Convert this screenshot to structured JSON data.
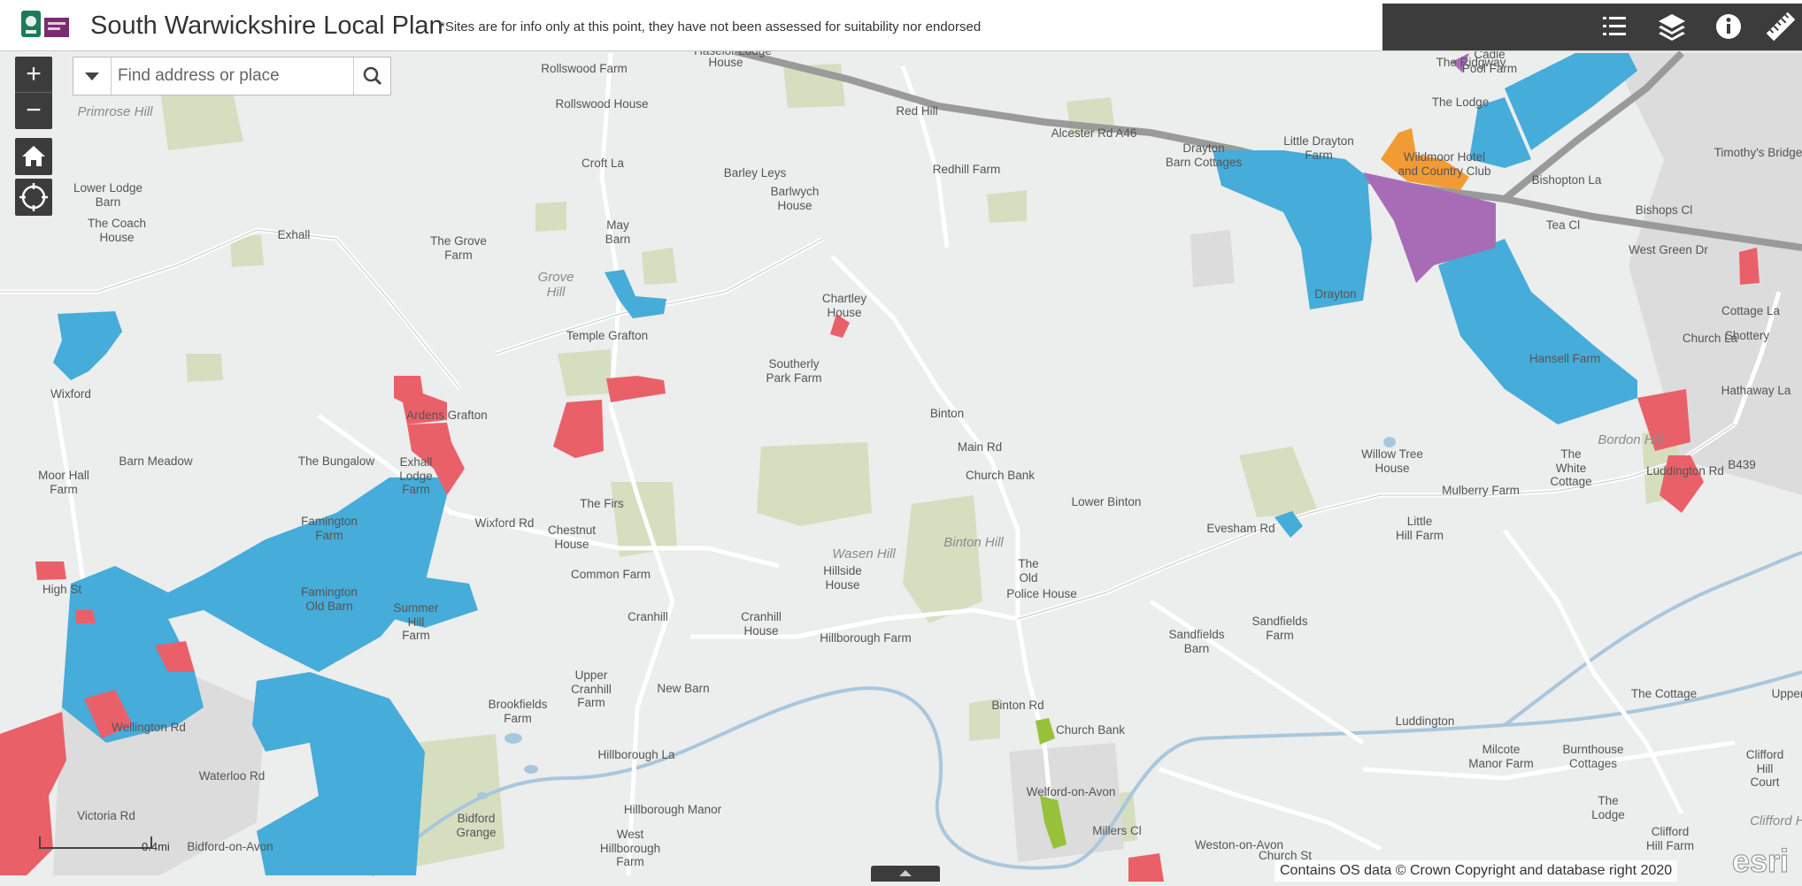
{
  "header": {
    "title": "South Warwickshire Local Plan",
    "subtitle": "*Sites are for info only at this point, they have not been assessed for suitability nor endorsed"
  },
  "toolbar": {
    "tools": [
      "legend-list-icon",
      "layers-icon",
      "info-icon",
      "measure-ruler-icon"
    ]
  },
  "search": {
    "placeholder": "Find address or place"
  },
  "map_controls": {
    "zoom_in": "+",
    "zoom_out": "−",
    "home": "home-icon",
    "locate": "locate-icon"
  },
  "scale": {
    "label": "0.4mi"
  },
  "attribution": "Contains OS data © Crown Copyright and database right 2020",
  "colors": {
    "site_blue": "#46acd9",
    "site_red": "#ea6069",
    "site_purple": "#a86cb7",
    "site_orange": "#f29b35",
    "site_green": "#98c13b",
    "woodland": "#d5dfc0",
    "water": "#a9c7dc",
    "road_major": "#9a9a9a"
  },
  "places": [
    {
      "text": "Primrose Hill",
      "style": "italic"
    },
    {
      "text": "Lower Lodge\nBarn"
    },
    {
      "text": "The Coach\nHouse"
    },
    {
      "text": "Exhall"
    },
    {
      "text": "The Grove\nFarm"
    },
    {
      "text": "Grove\nHill",
      "style": "italic"
    },
    {
      "text": "May\nBarn"
    },
    {
      "text": "Rollswood Farm"
    },
    {
      "text": "Rollswood House"
    },
    {
      "text": "Haselor Lodge"
    },
    {
      "text": "House"
    },
    {
      "text": "Red Hill"
    },
    {
      "text": "Redhill Farm"
    },
    {
      "text": "Barley Leys"
    },
    {
      "text": "Barlwych\nHouse"
    },
    {
      "text": "Chartley\nHouse"
    },
    {
      "text": "Temple Grafton"
    },
    {
      "text": "Southerly\nPark Farm"
    },
    {
      "text": "Binton"
    },
    {
      "text": "Church Bank"
    },
    {
      "text": "Lower Binton"
    },
    {
      "text": "Binton Hill",
      "style": "italic"
    },
    {
      "text": "Wasen Hill",
      "style": "italic"
    },
    {
      "text": "Hillside\nHouse"
    },
    {
      "text": "The\nOld"
    },
    {
      "text": "Police House"
    },
    {
      "text": "Wixford"
    },
    {
      "text": "Ardens Grafton"
    },
    {
      "text": "Barn Meadow"
    },
    {
      "text": "Moor Hall\nFarm"
    },
    {
      "text": "The Bungalow"
    },
    {
      "text": "Exhall\nLodge\nFarm"
    },
    {
      "text": "The Firs"
    },
    {
      "text": "Chestnut\nHouse"
    },
    {
      "text": "Common Farm"
    },
    {
      "text": "Cranhill"
    },
    {
      "text": "Cranhill\nHouse"
    },
    {
      "text": "Hillborough Farm"
    },
    {
      "text": "Famington\nFarm"
    },
    {
      "text": "Famington\nOld Barn"
    },
    {
      "text": "Summer\nHill\nFarm"
    },
    {
      "text": "Upper\nCranhill\nFarm"
    },
    {
      "text": "New Barn"
    },
    {
      "text": "Brookfields\nFarm"
    },
    {
      "text": "Bidford\nGrange"
    },
    {
      "text": "Hillborough Manor"
    },
    {
      "text": "West\nHillborough\nFarm"
    },
    {
      "text": "Bidford-on-Avon"
    },
    {
      "text": "Welford-on-Avon"
    },
    {
      "text": "Weston-on-Avon"
    },
    {
      "text": "Sandfields\nBarn"
    },
    {
      "text": "Sandfields\nFarm"
    },
    {
      "text": "Luddington"
    },
    {
      "text": "Milcote\nManor Farm"
    },
    {
      "text": "Burnthouse\nCottages"
    },
    {
      "text": "The Cottage"
    },
    {
      "text": "Upper"
    },
    {
      "text": "Clifford\nHill\nCourt"
    },
    {
      "text": "Clifford Hi",
      "style": "italic"
    },
    {
      "text": "The\nLodge"
    },
    {
      "text": "Clifford\nHill Farm"
    },
    {
      "text": "Willow Tree\nHouse"
    },
    {
      "text": "Mulberry Farm"
    },
    {
      "text": "Little\nHill Farm"
    },
    {
      "text": "The\nWhite\nCottage"
    },
    {
      "text": "Bordon Hill",
      "style": "italic"
    },
    {
      "text": "Shottery"
    },
    {
      "text": "Drayton"
    },
    {
      "text": "Drayton\nBarn Cottages"
    },
    {
      "text": "Little Drayton\nFarm"
    },
    {
      "text": "The Lodge"
    },
    {
      "text": "Cadle\nPool Farm"
    },
    {
      "text": "Hansell Farm"
    },
    {
      "text": "Alcester Rd A46"
    },
    {
      "text": "B439"
    },
    {
      "text": "Wixford Rd"
    },
    {
      "text": "Evesham Rd"
    },
    {
      "text": "Main Rd"
    },
    {
      "text": "Binton Rd"
    },
    {
      "text": "Church Bank"
    },
    {
      "text": "Wellington Rd"
    },
    {
      "text": "Waterloo Rd"
    },
    {
      "text": "Victoria Rd"
    },
    {
      "text": "Hillborough La"
    },
    {
      "text": "Croft La"
    },
    {
      "text": "Church St"
    },
    {
      "text": "Millers Cl"
    },
    {
      "text": "High St"
    },
    {
      "text": "Luddington Rd"
    },
    {
      "text": "Bishopton La"
    },
    {
      "text": "West Green Dr"
    },
    {
      "text": "Tea Cl"
    },
    {
      "text": "Bishops Cl"
    },
    {
      "text": "Cottage La"
    },
    {
      "text": "Church La"
    },
    {
      "text": "Hathaway La"
    },
    {
      "text": "Timothy's Bridge Rd"
    },
    {
      "text": "The Ridgway"
    },
    {
      "text": "Wildmoor Hotel\nand Country Club"
    }
  ]
}
